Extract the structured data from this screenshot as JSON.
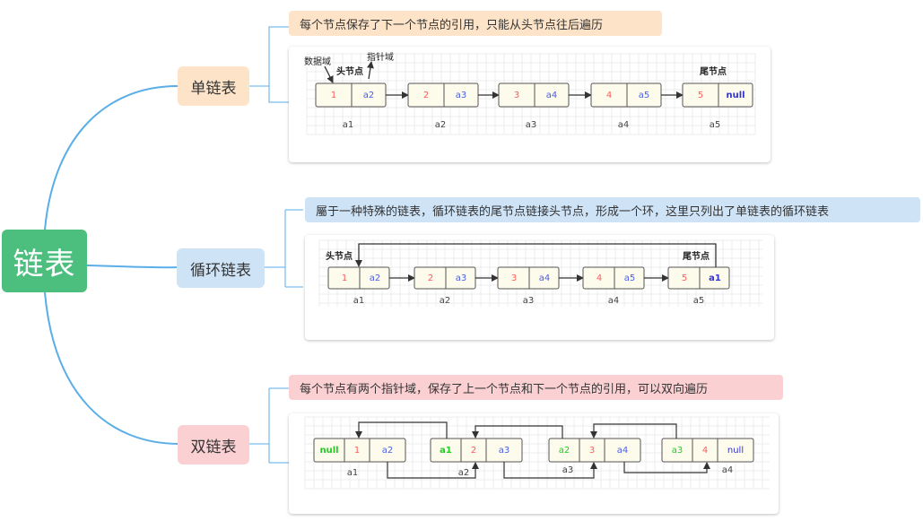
{
  "root": {
    "label": "链表"
  },
  "branches": [
    {
      "id": "single",
      "label": "单链表",
      "color": "#fde4c8",
      "note": "每个节点保存了下一个节点的引用，只能从头节点往后遍历",
      "note_color": "#fde4c8"
    },
    {
      "id": "circular",
      "label": "循环链表",
      "color": "#cfe3f7",
      "note": "屬于一种特殊的链表，循环链表的尾节点链接头节点，形成一个环，这里只列出了单链表的循环链表",
      "note_color": "#cfe3f7"
    },
    {
      "id": "double",
      "label": "双链表",
      "color": "#fbd0d3",
      "note": "每个节点有两个指针域，保存了上一个节点和下一个节点的引用，可以双向遍历",
      "note_color": "#fbd0d3"
    }
  ],
  "colors": {
    "data": "#ff5a5a",
    "pointer": "#4a5ee8",
    "null": "#3333cc",
    "prev": "#22cc22",
    "line": "#5aaee8"
  },
  "single": {
    "labels": {
      "data_field": "数据域",
      "pointer_field": "指针域",
      "head": "头节点",
      "tail": "尾节点"
    },
    "nodes": [
      {
        "data": "1",
        "next": "a2",
        "addr": "a1"
      },
      {
        "data": "2",
        "next": "a3",
        "addr": "a2"
      },
      {
        "data": "3",
        "next": "a4",
        "addr": "a3"
      },
      {
        "data": "4",
        "next": "a5",
        "addr": "a4"
      },
      {
        "data": "5",
        "next": "null",
        "addr": "a5"
      }
    ]
  },
  "circular": {
    "labels": {
      "head": "头节点",
      "tail": "尾节点"
    },
    "nodes": [
      {
        "data": "1",
        "next": "a2",
        "addr": "a1"
      },
      {
        "data": "2",
        "next": "a3",
        "addr": "a2"
      },
      {
        "data": "3",
        "next": "a4",
        "addr": "a3"
      },
      {
        "data": "4",
        "next": "a5",
        "addr": "a4"
      },
      {
        "data": "5",
        "next": "a1",
        "addr": "a5"
      }
    ]
  },
  "double": {
    "nodes": [
      {
        "prev": "null",
        "data": "1",
        "next": "a2",
        "addr": "a1"
      },
      {
        "prev": "a1",
        "data": "2",
        "next": "a3",
        "addr": "a2"
      },
      {
        "prev": "a2",
        "data": "3",
        "next": "a4",
        "addr": "a3"
      },
      {
        "prev": "a3",
        "data": "4",
        "next": "null",
        "addr": "a4"
      }
    ]
  }
}
